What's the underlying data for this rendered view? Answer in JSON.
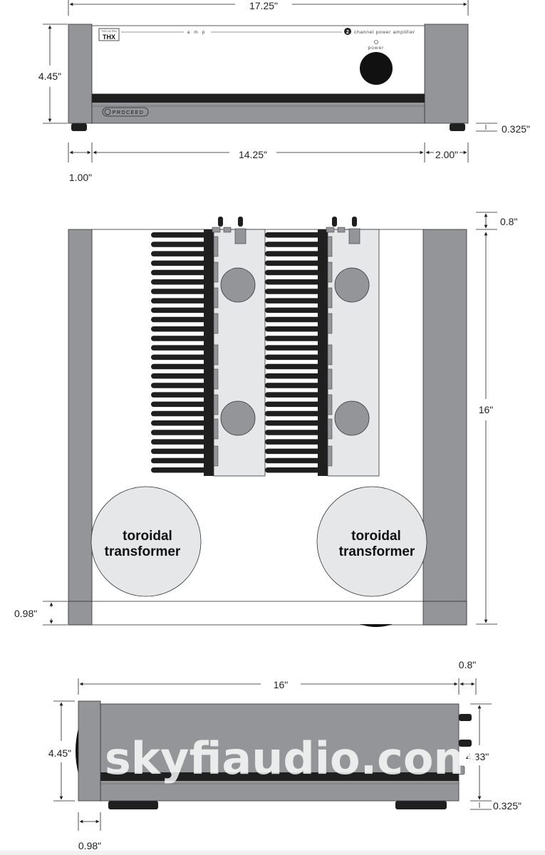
{
  "front_view": {
    "width_label": "17.25\"",
    "height_label": "4.45\"",
    "foot_label": "0.325\"",
    "inner_width_label": "14.25\"",
    "left_post_label": "1.00\"",
    "right_post_label": "2.00\"",
    "brand_badge": "THX",
    "brand_badge_small": "THX ULTRA",
    "amp_text": "amp",
    "channel_count": "2",
    "channel_text": "channel power amplifier",
    "power_text": "power",
    "logo_text": "PROCEED"
  },
  "top_view": {
    "depth_label": "16\"",
    "rear_offset_label": "0.8\"",
    "front_strip_label": "0.98\"",
    "transformer_left": [
      "toroidal",
      "transformer"
    ],
    "transformer_right": [
      "toroidal",
      "transformer"
    ]
  },
  "side_view": {
    "depth_label": "16\"",
    "rear_offset_label": "0.8\"",
    "height_label": "4.45\"",
    "body_height_label": "4.33\"",
    "foot_label": "0.325\"",
    "front_panel_label": "0.98\""
  },
  "watermark": "skyfiaudio.com",
  "colors": {
    "panel_gray": "#939598",
    "dark": "#1f1f1f",
    "light_fill": "#e6e7e8",
    "white": "#ffffff"
  }
}
